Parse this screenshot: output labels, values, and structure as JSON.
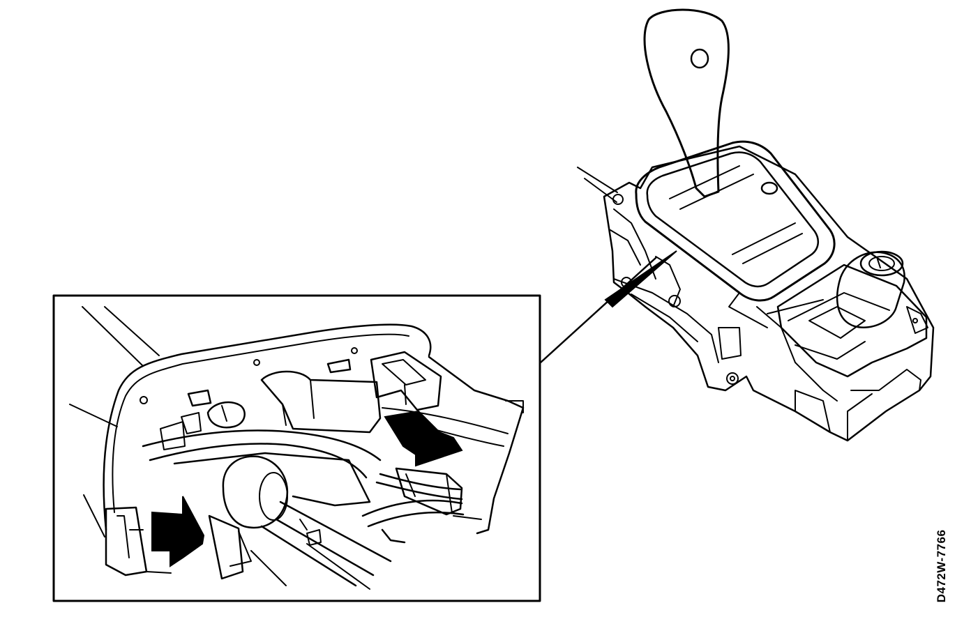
{
  "figure": {
    "reference_code": "D472W-7766"
  },
  "colors": {
    "ink": "#000000",
    "paper": "#ffffff",
    "lever_fill": "#f4f4f4"
  },
  "parts": {
    "detail_inset": "detail-inset",
    "leader_line": "leader-line",
    "gear_selector": "gear-selector-assembly",
    "arrows": [
      "arrow-right-connector",
      "arrow-left-connector"
    ]
  }
}
